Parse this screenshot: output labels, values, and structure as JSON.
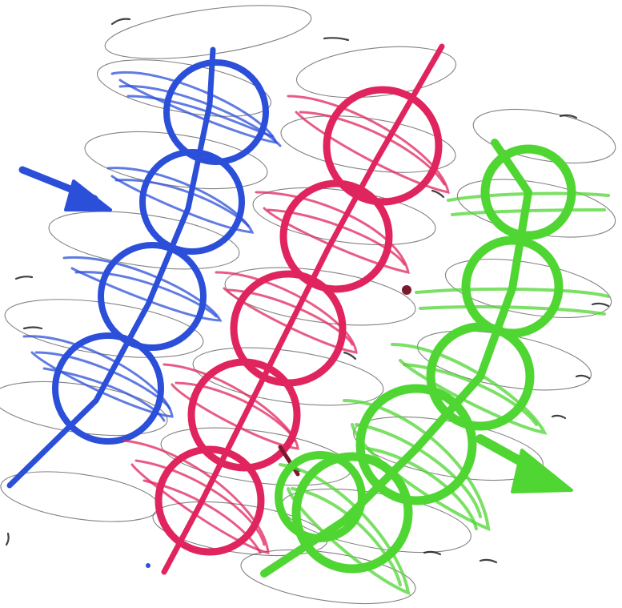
{
  "image": {
    "description_kind": "hand-drawn marker sketch",
    "background": "#ffffff"
  },
  "colors": {
    "blue": "#2b4fd8",
    "red": "#e0245e",
    "green": "#4fd632",
    "pencil": "#1c1c1c"
  },
  "chains": [
    {
      "name": "blue-chain",
      "color_key": "blue",
      "circle_count": 4
    },
    {
      "name": "red-chain",
      "color_key": "red",
      "circle_count": 5
    },
    {
      "name": "green-chain",
      "color_key": "green",
      "circle_count": 6
    }
  ],
  "arrows": [
    {
      "name": "blue-arrow",
      "color_key": "blue"
    },
    {
      "name": "green-arrow",
      "color_key": "green"
    }
  ]
}
